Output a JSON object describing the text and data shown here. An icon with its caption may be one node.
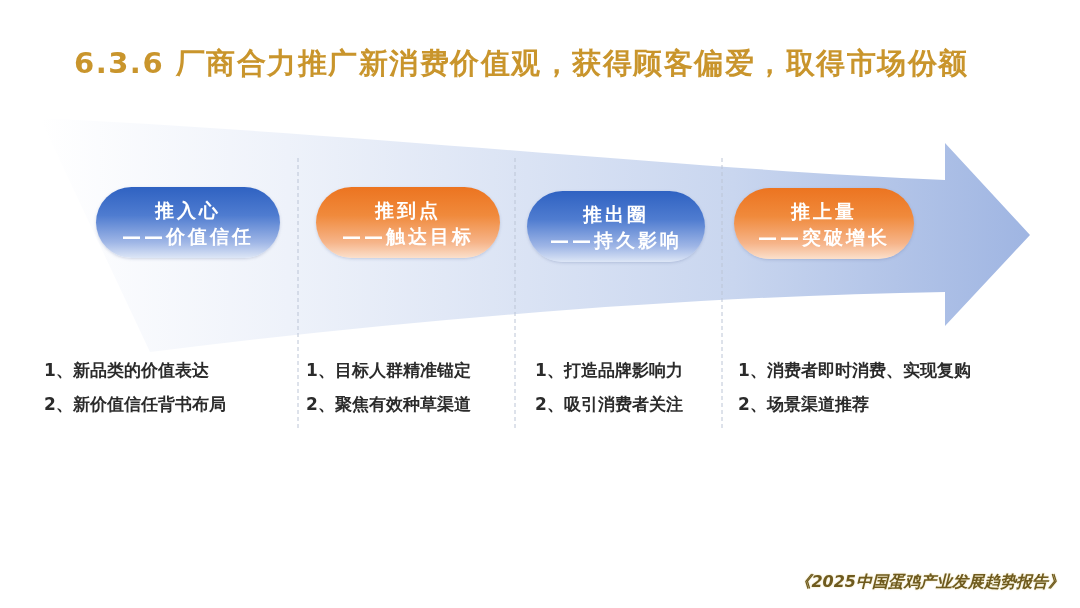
{
  "diagram": {
    "title": "6.3.6 厂商合力推广新消费价值观，获得顾客偏爱，取得市场份额",
    "caption": "《2025中国蛋鸡产业发展趋势报告》",
    "nodes": [
      {
        "text": [
          "推入心",
          "——价值信任"
        ],
        "beside": [
          "1、新品类的价值表达",
          "2、新价值信任背书布局"
        ]
      },
      {
        "text": [
          "推到点",
          "——触达目标"
        ],
        "beside": [
          "1、目标人群精准锚定",
          "2、聚焦有效种草渠道"
        ]
      },
      {
        "text": [
          "推出圈",
          "——持久影响"
        ],
        "beside": [
          "1、打造品牌影响力",
          "2、吸引消费者关注"
        ]
      },
      {
        "text": [
          "推上量",
          "——突破增长"
        ],
        "beside": [
          "1、消费者即时消费、实现复购",
          "2、场景渠道推荐"
        ]
      }
    ]
  }
}
